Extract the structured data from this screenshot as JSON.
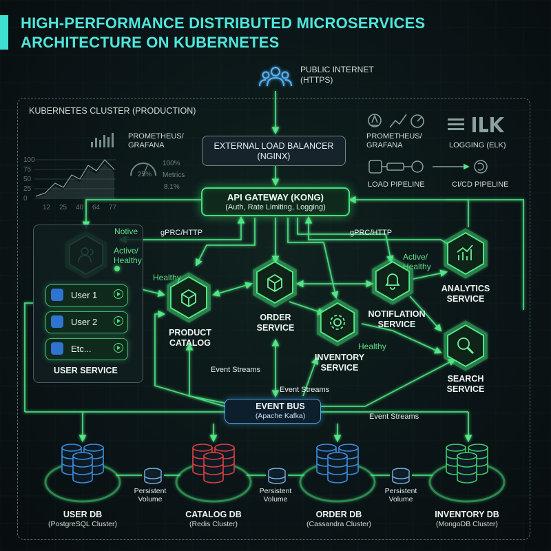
{
  "title_line1": "HIGH-PERFORMANCE DISTRIBUTED MICROSERVICES",
  "title_line2": "ARCHITECTURE ON KUBERNETES",
  "internet": {
    "line1": "PUBLIC INTERNET",
    "line2": "(HTTPS)"
  },
  "cluster_label": "KUBERNETES CLUSTER (PRODUCTION)",
  "load_balancer": {
    "line1": "EXTERNAL LOAD BALANCER",
    "line2": "(NGINX)"
  },
  "api_gateway": {
    "line1": "API GATEWAY (KONG)",
    "line2": "(Auth, Rate Limiting, Logging)"
  },
  "monitoring_left": {
    "line1": "PROMETHEUS/",
    "line2": "GRAFANA",
    "y_ticks": [
      "100",
      "75",
      "50",
      "25",
      "0"
    ],
    "x_ticks": [
      "12",
      "25",
      "40",
      "64",
      "77"
    ],
    "gauge_text": "25%",
    "metrics_text": [
      "100%",
      "Metrics",
      "8.1%"
    ]
  },
  "monitoring_right": {
    "prom_line1": "PROMETHEUS/",
    "prom_line2": "GRAFANA",
    "logging": "LOGGING (ELK)",
    "load_pipeline": "LOAD PIPELINE",
    "cicd_pipeline": "CI/CD PIPELINE"
  },
  "edge_labels": {
    "grpc_left": "gPRC/HTTP",
    "grpc_right": "gPRC/HTTP",
    "event_streams_1": "Event Streams",
    "event_streams_2": "Event Streams",
    "event_streams_3": "Event Streams"
  },
  "status": {
    "notive": "Notive",
    "active_user_1": "Active/",
    "active_user_2": "Healthy",
    "healthy_catalog": "Healthy",
    "active_notif_1": "Active/",
    "active_notif_2": "Healthy",
    "healthy_inventory": "Healthy"
  },
  "user_service": {
    "title": "USER SERVICE",
    "items": [
      "User 1",
      "User 2",
      "Etc..."
    ]
  },
  "services": {
    "catalog": {
      "line1": "PRODUCT",
      "line2": "CATALOG"
    },
    "order": {
      "line1": "ORDER",
      "line2": "SERVICE"
    },
    "inventory": {
      "line1": "INVENTORY",
      "line2": "SERVICE"
    },
    "notification": {
      "line1": "NOTIFLATION",
      "line2": "SERVICE"
    },
    "analytics": {
      "line1": "ANALYTICS",
      "line2": "SERVICE"
    },
    "search": {
      "line1": "SEARCH",
      "line2": "SERVICE"
    }
  },
  "event_bus": {
    "line1": "EVENT BUS",
    "line2": "(Apache Kafka)"
  },
  "databases": [
    {
      "name": "USER DB",
      "sub": "(PostgreSQL Cluster)",
      "color": "#3b8fe0"
    },
    {
      "name": "CATALOG DB",
      "sub": "(Redis Cluster)",
      "color": "#e0413b"
    },
    {
      "name": "ORDER DB",
      "sub": "(Cassandra Cluster)",
      "color": "#3b8fe0"
    },
    {
      "name": "INVENTORY DB",
      "sub": "(MongoDB Cluster)",
      "color": "#3fcf6a"
    }
  ],
  "persistent_volume": {
    "line1": "Persistent",
    "line2": "Volume"
  },
  "colors": {
    "accent": "#45e07a",
    "title": "#4fe6dc",
    "bus": "#4aa6e6"
  }
}
